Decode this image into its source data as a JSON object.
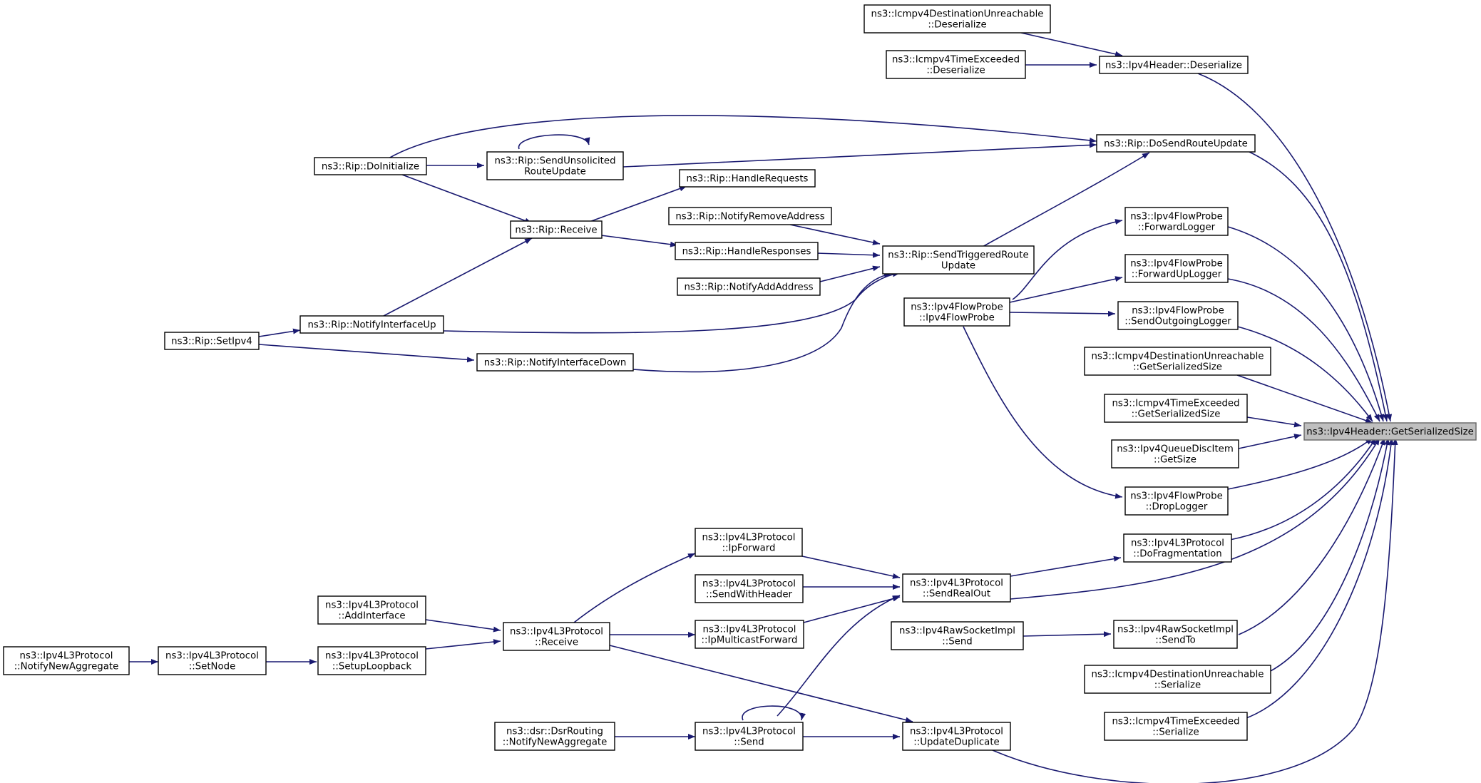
{
  "diagram": {
    "root": "getserializedsize",
    "colors": {
      "edge": "#191970",
      "node_border": "#000000",
      "root_fill": "#bfbfbf"
    },
    "nodes": [
      {
        "id": "icmpv4du_deserialize",
        "lines": [
          "ns3::Icmpv4DestinationUnreachable",
          "::Deserialize"
        ]
      },
      {
        "id": "icmpv4te_deserialize",
        "lines": [
          "ns3::Icmpv4TimeExceeded",
          "::Deserialize"
        ]
      },
      {
        "id": "ipv4header_deserialize",
        "lines": [
          "ns3::Ipv4Header::Deserialize"
        ]
      },
      {
        "id": "rip_dosendrouteupdate",
        "lines": [
          "ns3::Rip::DoSendRouteUpdate"
        ]
      },
      {
        "id": "rip_doinitialize",
        "lines": [
          "ns3::Rip::DoInitialize"
        ]
      },
      {
        "id": "rip_sendunsolicited",
        "lines": [
          "ns3::Rip::SendUnsolicited",
          "RouteUpdate"
        ]
      },
      {
        "id": "rip_handlerequests",
        "lines": [
          "ns3::Rip::HandleRequests"
        ]
      },
      {
        "id": "rip_notifyremoveaddress",
        "lines": [
          "ns3::Rip::NotifyRemoveAddress"
        ]
      },
      {
        "id": "rip_receive",
        "lines": [
          "ns3::Rip::Receive"
        ]
      },
      {
        "id": "rip_handleresponses",
        "lines": [
          "ns3::Rip::HandleResponses"
        ]
      },
      {
        "id": "rip_sendtriggered",
        "lines": [
          "ns3::Rip::SendTriggeredRoute",
          "Update"
        ]
      },
      {
        "id": "rip_notifyaddaddress",
        "lines": [
          "ns3::Rip::NotifyAddAddress"
        ]
      },
      {
        "id": "rip_notifyinterfaceup",
        "lines": [
          "ns3::Rip::NotifyInterfaceUp"
        ]
      },
      {
        "id": "rip_setipv4",
        "lines": [
          "ns3::Rip::SetIpv4"
        ]
      },
      {
        "id": "rip_notifyinterfacedown",
        "lines": [
          "ns3::Rip::NotifyInterfaceDown"
        ]
      },
      {
        "id": "flowprobe_ctor",
        "lines": [
          "ns3::Ipv4FlowProbe",
          "::Ipv4FlowProbe"
        ]
      },
      {
        "id": "flowprobe_forwardlogger",
        "lines": [
          "ns3::Ipv4FlowProbe",
          "::ForwardLogger"
        ]
      },
      {
        "id": "flowprobe_forwarduplogger",
        "lines": [
          "ns3::Ipv4FlowProbe",
          "::ForwardUpLogger"
        ]
      },
      {
        "id": "flowprobe_sendoutgoinglogger",
        "lines": [
          "ns3::Ipv4FlowProbe",
          "::SendOutgoingLogger"
        ]
      },
      {
        "id": "icmpv4du_getserializedsize",
        "lines": [
          "ns3::Icmpv4DestinationUnreachable",
          "::GetSerializedSize"
        ]
      },
      {
        "id": "icmpv4te_getserializedsize",
        "lines": [
          "ns3::Icmpv4TimeExceeded",
          "::GetSerializedSize"
        ]
      },
      {
        "id": "getserializedsize",
        "lines": [
          "ns3::Ipv4Header::GetSerializedSize"
        ]
      },
      {
        "id": "queuedisc_getsize",
        "lines": [
          "ns3::Ipv4QueueDiscItem",
          "::GetSize"
        ]
      },
      {
        "id": "flowprobe_droplogger",
        "lines": [
          "ns3::Ipv4FlowProbe",
          "::DropLogger"
        ]
      },
      {
        "id": "l3_ipforward",
        "lines": [
          "ns3::Ipv4L3Protocol",
          "::IpForward"
        ]
      },
      {
        "id": "l3_dofragmentation",
        "lines": [
          "ns3::Ipv4L3Protocol",
          "::DoFragmentation"
        ]
      },
      {
        "id": "l3_sendwithheader",
        "lines": [
          "ns3::Ipv4L3Protocol",
          "::SendWithHeader"
        ]
      },
      {
        "id": "l3_sendrealout",
        "lines": [
          "ns3::Ipv4L3Protocol",
          "::SendRealOut"
        ]
      },
      {
        "id": "l3_addinterface",
        "lines": [
          "ns3::Ipv4L3Protocol",
          "::AddInterface"
        ]
      },
      {
        "id": "l3_receive",
        "lines": [
          "ns3::Ipv4L3Protocol",
          "::Receive"
        ]
      },
      {
        "id": "l3_ipmulticastforward",
        "lines": [
          "ns3::Ipv4L3Protocol",
          "::IpMulticastForward"
        ]
      },
      {
        "id": "rawsocket_send",
        "lines": [
          "ns3::Ipv4RawSocketImpl",
          "::Send"
        ]
      },
      {
        "id": "rawsocket_sendto",
        "lines": [
          "ns3::Ipv4RawSocketImpl",
          "::SendTo"
        ]
      },
      {
        "id": "l3_notifynewaggregate",
        "lines": [
          "ns3::Ipv4L3Protocol",
          "::NotifyNewAggregate"
        ]
      },
      {
        "id": "l3_setnode",
        "lines": [
          "ns3::Ipv4L3Protocol",
          "::SetNode"
        ]
      },
      {
        "id": "l3_setuploopback",
        "lines": [
          "ns3::Ipv4L3Protocol",
          "::SetupLoopback"
        ]
      },
      {
        "id": "icmpv4du_serialize",
        "lines": [
          "ns3::Icmpv4DestinationUnreachable",
          "::Serialize"
        ]
      },
      {
        "id": "dsr_notifynewaggregate",
        "lines": [
          "ns3::dsr::DsrRouting",
          "::NotifyNewAggregate"
        ]
      },
      {
        "id": "l3_send",
        "lines": [
          "ns3::Ipv4L3Protocol",
          "::Send"
        ]
      },
      {
        "id": "l3_updateduplicate",
        "lines": [
          "ns3::Ipv4L3Protocol",
          "::UpdateDuplicate"
        ]
      },
      {
        "id": "icmpv4te_serialize",
        "lines": [
          "ns3::Icmpv4TimeExceeded",
          "::Serialize"
        ]
      }
    ]
  }
}
